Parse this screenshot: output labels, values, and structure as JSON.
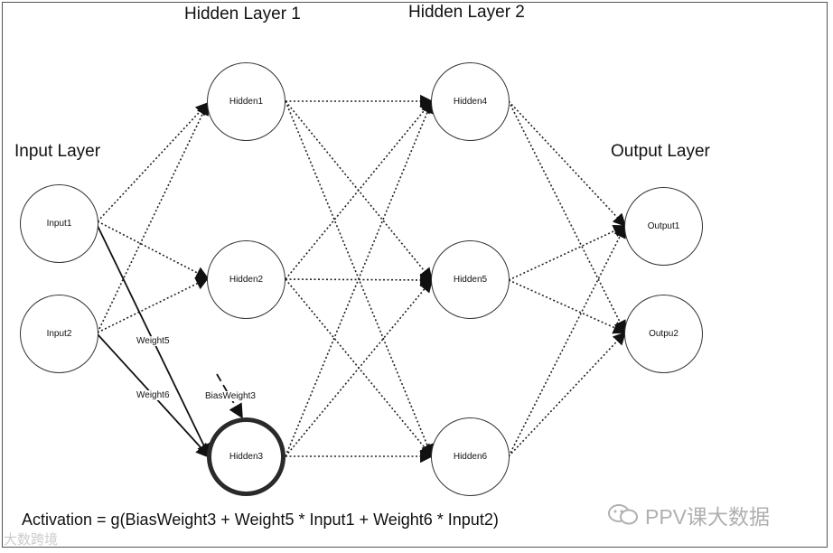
{
  "layers": {
    "input_title": "Input Layer",
    "hidden1_title": "Hidden Layer 1",
    "hidden2_title": "Hidden Layer 2",
    "output_title": "Output Layer"
  },
  "nodes": {
    "input1": "Input1",
    "input2": "Input2",
    "hidden1": "Hidden1",
    "hidden2": "Hidden2",
    "hidden3": "Hidden3",
    "hidden4": "Hidden4",
    "hidden5": "Hidden5",
    "hidden6": "Hidden6",
    "output1": "Output1",
    "output2": "Outpu2"
  },
  "labels": {
    "weight5": "Weight5",
    "weight6": "Weight6",
    "bias_weight3": "BiasWeight3"
  },
  "formula": "Activation = g(BiasWeight3 + Weight5 * Input1 + Weight6 * Input2)",
  "watermarks": {
    "left": "大数跨境",
    "right": "PPV课大数据"
  }
}
